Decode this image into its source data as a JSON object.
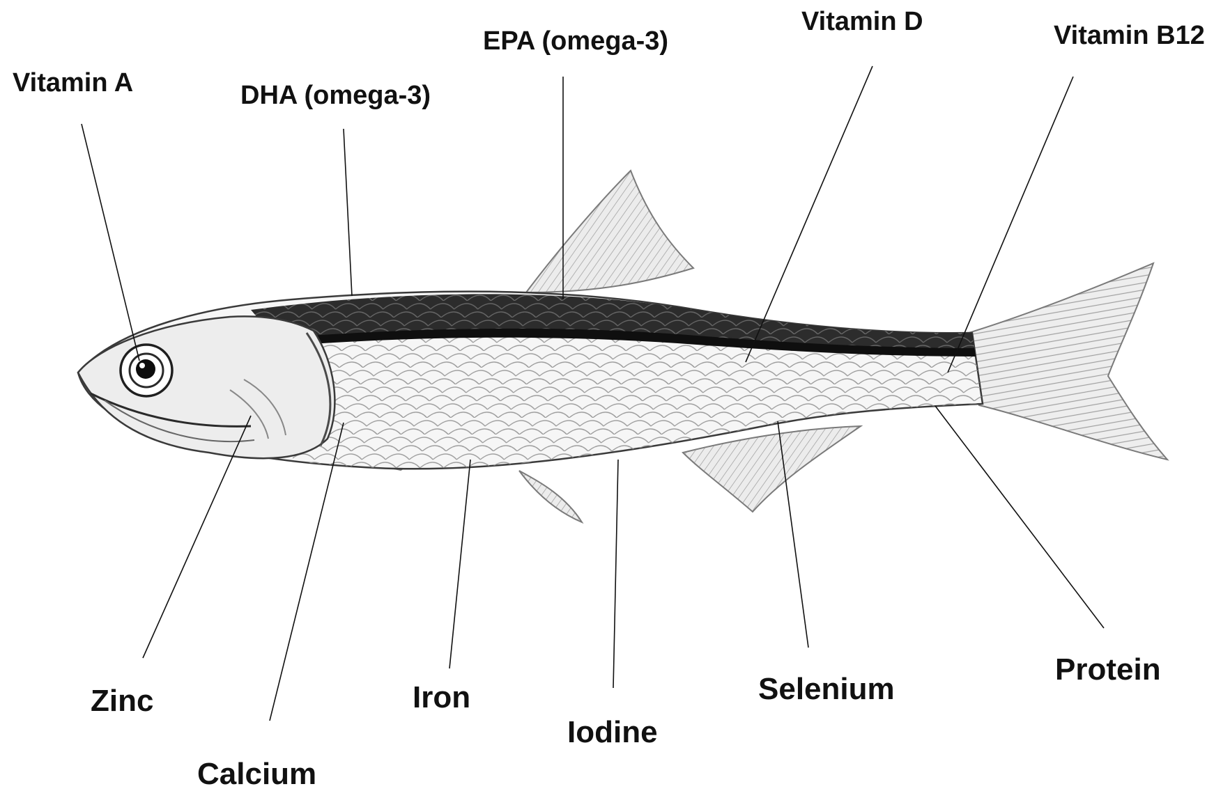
{
  "colors": {
    "background": "#ffffff",
    "ink": "#111111",
    "fish_dark": "#1d1d1d",
    "fish_light": "#f4f4f4",
    "fin": "#dcdcdc"
  },
  "labels": {
    "vitamin_a": "Vitamin A",
    "dha": "DHA (omega-3)",
    "epa": "EPA (omega-3)",
    "vitamin_d": "Vitamin D",
    "vitamin_b12": "Vitamin B12",
    "zinc": "Zinc",
    "calcium": "Calcium",
    "iron": "Iron",
    "iodine": "Iodine",
    "selenium": "Selenium",
    "protein": "Protein"
  }
}
